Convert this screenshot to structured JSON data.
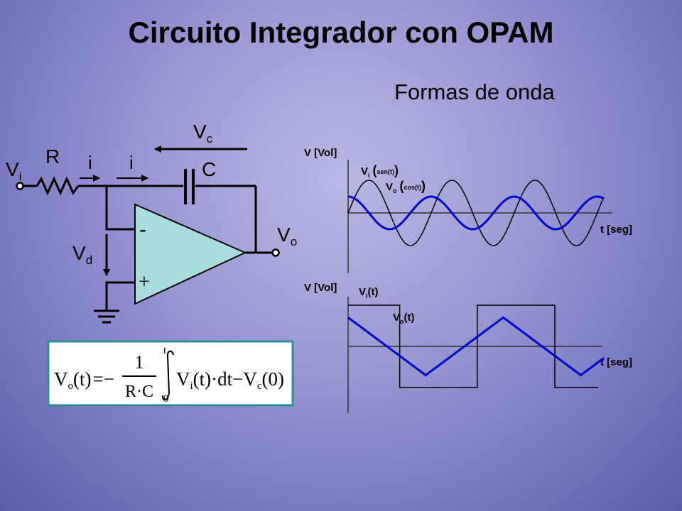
{
  "title": "Circuito Integrador con OPAM",
  "subtitle": "Formas de onda",
  "circuit": {
    "vc_main": "V",
    "vc_sub": "c",
    "vi_main": "V",
    "vi_sub": "i",
    "r_label": "R",
    "i_label_1": "i",
    "i_label_2": "i",
    "c_label": "C",
    "minus_sign": "-",
    "plus_sign": "+",
    "vo_main": "V",
    "vo_sub": "o",
    "vd_main": "V",
    "vd_sub": "d"
  },
  "formula": {
    "vo": "V",
    "vo_sub": "o",
    "t_arg": "(t)",
    "eq_minus": "=−",
    "frac_num": "1",
    "frac_den": "R·C",
    "upper_limit": "t",
    "lower_limit": "0",
    "integrand": "V",
    "integrand_sub": "i",
    "integrand_rest": "(t)·dt−V",
    "vc_sub": "c",
    "vc_arg": "(0)"
  },
  "chart_data": [
    {
      "type": "line",
      "ylabel": "V [Vol]",
      "xlabel": "t [seg]",
      "series": [
        {
          "name_main": "V",
          "name_sub": "i",
          "name_paren": "sen(t)",
          "function": "sin",
          "relative_amplitude": 1.0,
          "color": "#000000"
        },
        {
          "name_main": "V",
          "name_sub": "o",
          "name_paren": "cos(t)",
          "function": "cos",
          "relative_amplitude": 0.5,
          "color": "#0000cc"
        }
      ]
    },
    {
      "type": "line",
      "ylabel": "V [Vol]",
      "xlabel": "t [seg]",
      "series": [
        {
          "name_main": "V",
          "name_sub": "i",
          "name_paren": "(t)",
          "function": "square",
          "relative_amplitude": 1.0,
          "color": "#000000"
        },
        {
          "name_main": "V",
          "name_sub": "o",
          "name_paren": "(t)",
          "function": "triangle",
          "relative_amplitude": 0.7,
          "color": "#0000cc"
        }
      ]
    }
  ]
}
